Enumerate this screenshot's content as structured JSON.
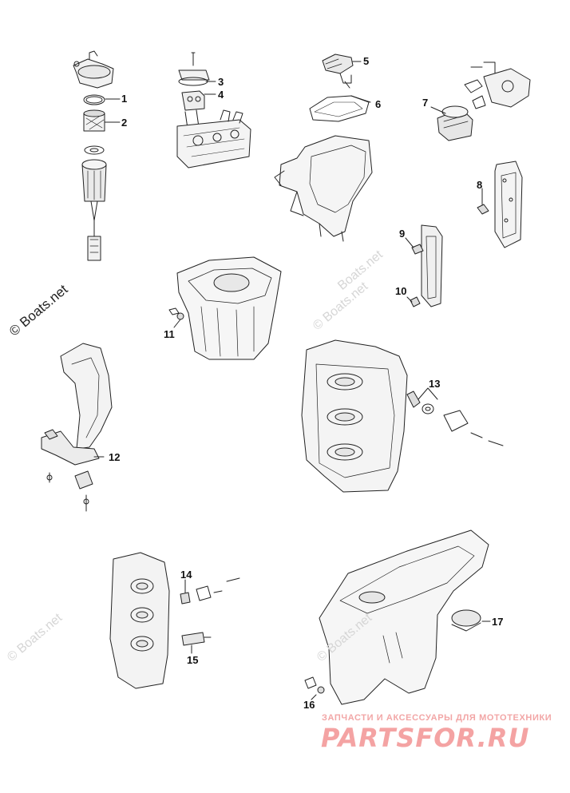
{
  "diagram": {
    "callouts": [
      {
        "id": "1",
        "label": "1"
      },
      {
        "id": "2",
        "label": "2"
      },
      {
        "id": "3",
        "label": "3"
      },
      {
        "id": "4",
        "label": "4"
      },
      {
        "id": "5",
        "label": "5"
      },
      {
        "id": "6",
        "label": "6"
      },
      {
        "id": "7",
        "label": "7"
      },
      {
        "id": "8",
        "label": "8"
      },
      {
        "id": "9",
        "label": "9"
      },
      {
        "id": "10",
        "label": "10"
      },
      {
        "id": "11",
        "label": "11"
      },
      {
        "id": "12",
        "label": "12"
      },
      {
        "id": "13",
        "label": "13"
      },
      {
        "id": "14",
        "label": "14"
      },
      {
        "id": "15",
        "label": "15"
      },
      {
        "id": "16",
        "label": "16"
      },
      {
        "id": "17",
        "label": "17"
      }
    ],
    "line_color": "#222222"
  },
  "watermarks": {
    "main": "© Boats.net",
    "faint": "© Boats.net",
    "faint_short": "Boats.net"
  },
  "branding": {
    "subtitle": "ЗАПЧАСТИ И АКСЕССУАРЫ ДЛЯ МОТОТЕХНИКИ",
    "logo": "PARTSFOR.RU",
    "color": "#f4a3a3"
  }
}
